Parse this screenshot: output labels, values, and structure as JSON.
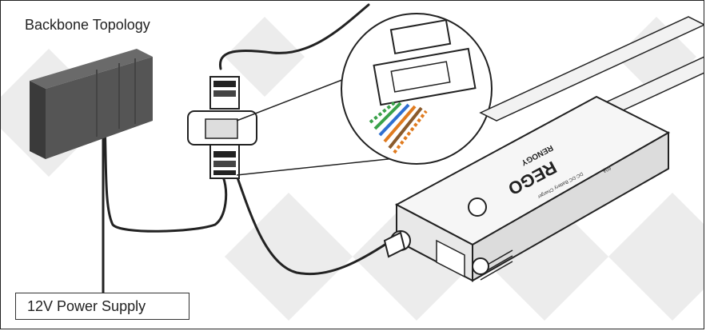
{
  "labels": {
    "title": "Backbone Topology",
    "power_supply": "12V Power Supply",
    "brand": "RENOGY",
    "product": "REGO",
    "product_subtitle": "DC-DC Battery Charger",
    "badge": "60A"
  },
  "colors": {
    "wire": "#222222",
    "display_panel": "#555555",
    "charger_body": "#f4f4f4",
    "watermark": "#e3e3e3",
    "pair_green": "#3aa24a",
    "pair_blue": "#2f6fd1",
    "pair_orange": "#e07b1f",
    "pair_brown": "#8a5a2b"
  }
}
